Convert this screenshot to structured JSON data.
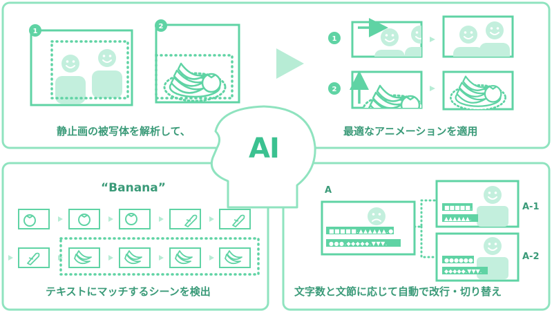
{
  "center": {
    "ai_label": "AI"
  },
  "panel_top_left": {
    "caption": "静止画の被写体を解析して、",
    "step_numbers": [
      "1",
      "2"
    ]
  },
  "panel_top_right": {
    "caption": "最適なアニメーションを適用",
    "step_numbers": [
      "1",
      "2"
    ]
  },
  "panel_bottom_left": {
    "query": "“Banana”",
    "caption": "テキストにマッチするシーンを検出"
  },
  "panel_bottom_right": {
    "caption": "文字数と文節に応じて自動で改行・切り替え",
    "labels": {
      "main": "A",
      "variant1": "A-1",
      "variant2": "A-2"
    }
  },
  "colors": {
    "accent": "#5fd3a4",
    "accent_light": "#c3efdd",
    "accent_mid": "#8fe3bf",
    "text": "#3a9a78"
  }
}
